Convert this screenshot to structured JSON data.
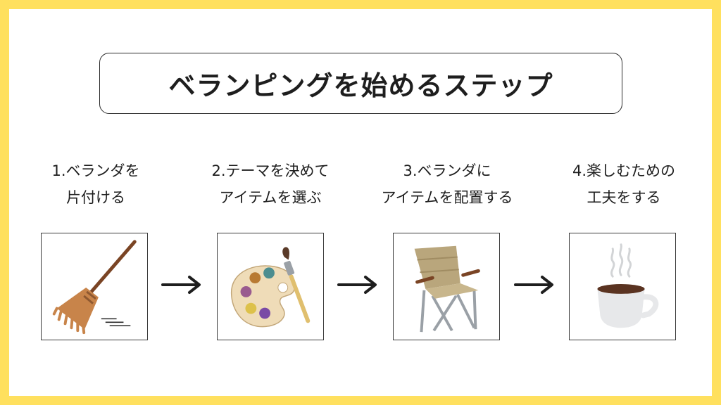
{
  "title": "ベランピングを始めるステップ",
  "steps": [
    {
      "line1": "1.ベランダを",
      "line2": "片付ける",
      "icon": "broom-icon"
    },
    {
      "line1": "2.テーマを決めて",
      "line2": "アイテムを選ぶ",
      "icon": "paint-palette-icon"
    },
    {
      "line1": "3.ベランダに",
      "line2": "アイテムを配置する",
      "icon": "camping-chair-icon"
    },
    {
      "line1": "4.楽しむための",
      "line2": "工夫をする",
      "icon": "coffee-cup-icon"
    }
  ],
  "colors": {
    "border": "#ffe05e",
    "broom": "#c8844a",
    "palette": "#efdcb8",
    "chair": "#b9a67c",
    "coffee": "#5a3321"
  }
}
